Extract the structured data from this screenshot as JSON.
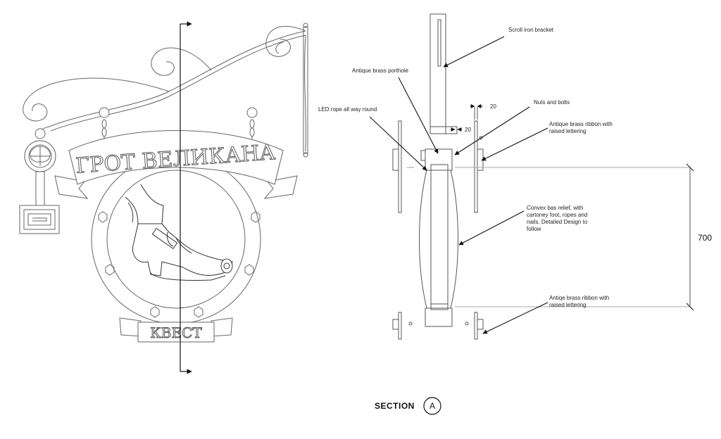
{
  "sign": {
    "banner_text": "ГРОТ ВЕЛИКАНА",
    "ribbon_text": "КВЕСТ"
  },
  "labels": {
    "scroll_bracket": "Scroll iron bracket",
    "porthole": "Antique brass porthole",
    "nuts_bolts": "Nuts and bolts",
    "led_rope": "LED rope all way round",
    "ribbon_top_line1": "Antique brass ribbon with",
    "ribbon_top_line2": "raised lettering",
    "bas_relief_line1": "Convex bas relief, with",
    "bas_relief_line2": "cartoney foot, ropes and",
    "bas_relief_line3": "nails. Detailed Design to",
    "bas_relief_line4": "follow",
    "ribbon_bottom_line1": "Antiqe brass ribbon with",
    "ribbon_bottom_line2": "raised lettering"
  },
  "dimensions": {
    "gap_top": "20",
    "gap_lower": "20",
    "height": "700"
  },
  "section": {
    "title": "SECTION",
    "marker": "A"
  },
  "colors": {
    "line": "#555555",
    "dark": "#111111"
  }
}
